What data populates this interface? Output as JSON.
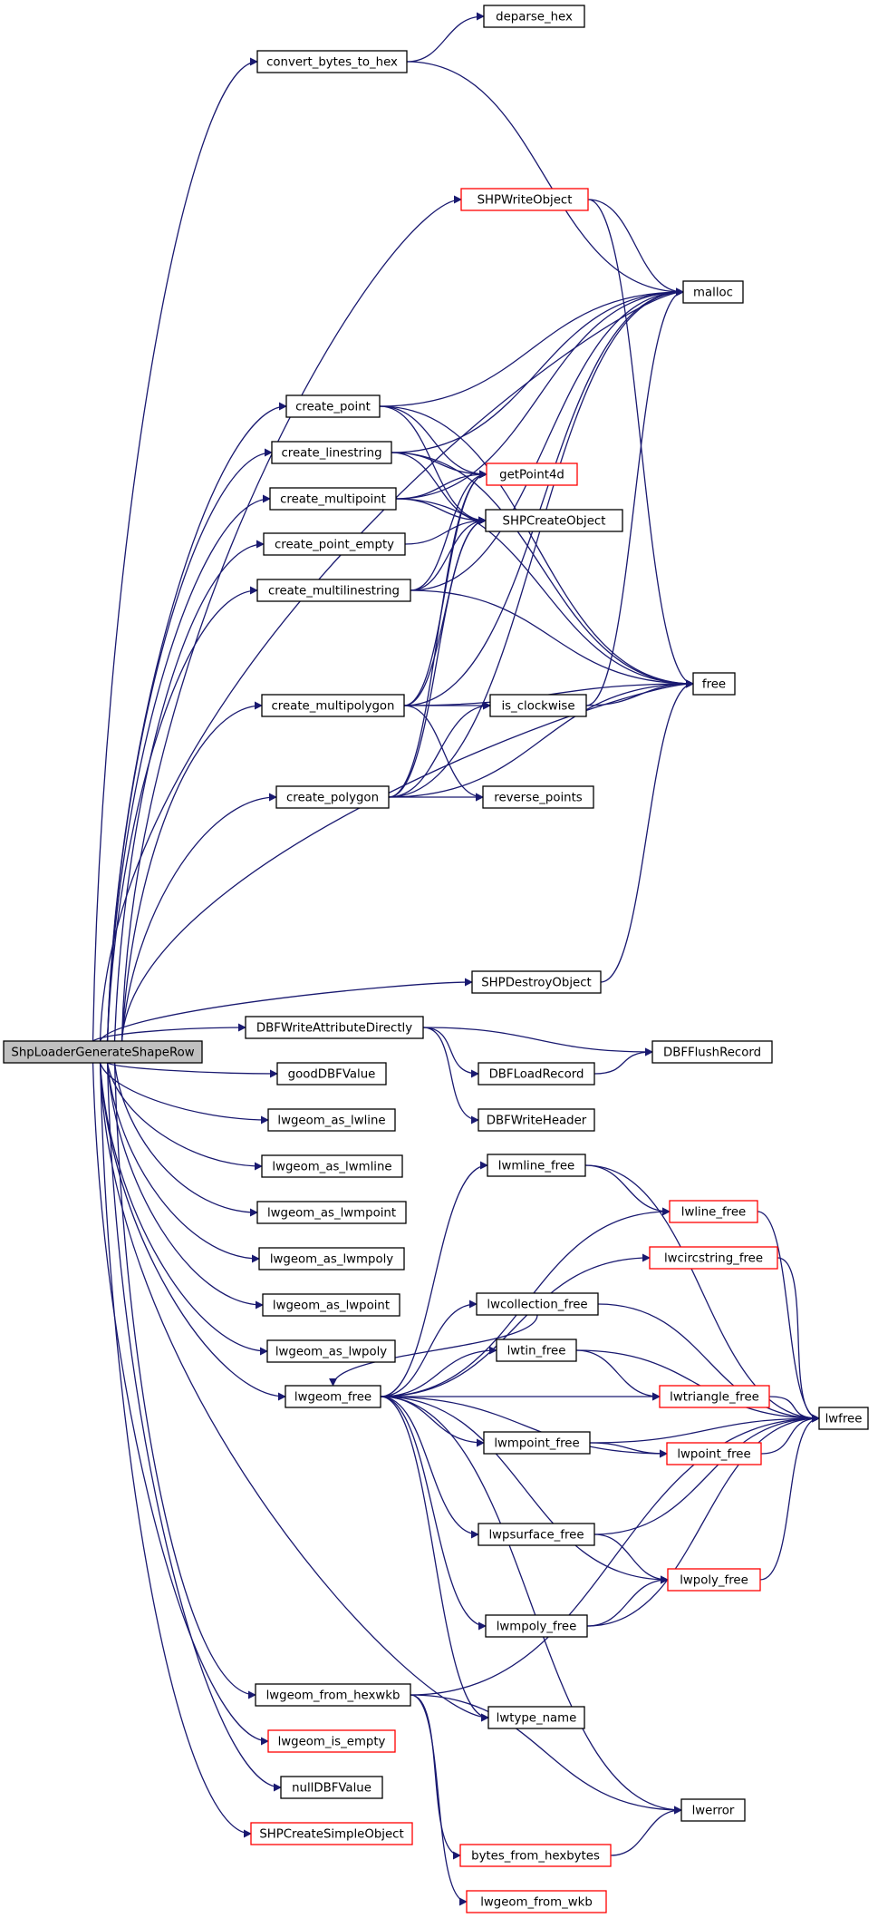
{
  "diagram": {
    "type": "call-graph",
    "edge_color": "#191970",
    "root_fill": "#c0c0c0",
    "incomplete_border": "#ff0000",
    "nodes": [
      {
        "id": "root",
        "label": "ShpLoaderGenerateShapeRow",
        "style": "root"
      },
      {
        "id": "convert_bytes_to_hex",
        "label": "convert_bytes_to_hex",
        "style": "normal"
      },
      {
        "id": "deparse_hex",
        "label": "deparse_hex",
        "style": "normal"
      },
      {
        "id": "malloc",
        "label": "malloc",
        "style": "normal"
      },
      {
        "id": "SHPWriteObject",
        "label": "SHPWriteObject",
        "style": "red"
      },
      {
        "id": "free",
        "label": "free",
        "style": "normal"
      },
      {
        "id": "create_point",
        "label": "create_point",
        "style": "normal"
      },
      {
        "id": "getPoint4d",
        "label": "getPoint4d",
        "style": "red"
      },
      {
        "id": "SHPCreateObject",
        "label": "SHPCreateObject",
        "style": "normal"
      },
      {
        "id": "create_linestring",
        "label": "create_linestring",
        "style": "normal"
      },
      {
        "id": "create_multipoint",
        "label": "create_multipoint",
        "style": "normal"
      },
      {
        "id": "create_point_empty",
        "label": "create_point_empty",
        "style": "normal"
      },
      {
        "id": "create_multilinestring",
        "label": "create_multilinestring",
        "style": "normal"
      },
      {
        "id": "create_multipolygon",
        "label": "create_multipolygon",
        "style": "normal"
      },
      {
        "id": "is_clockwise",
        "label": "is_clockwise",
        "style": "normal"
      },
      {
        "id": "reverse_points",
        "label": "reverse_points",
        "style": "normal"
      },
      {
        "id": "create_polygon",
        "label": "create_polygon",
        "style": "normal"
      },
      {
        "id": "SHPDestroyObject",
        "label": "SHPDestroyObject",
        "style": "normal"
      },
      {
        "id": "DBFWriteAttributeDirectly",
        "label": "DBFWriteAttributeDirectly",
        "style": "normal"
      },
      {
        "id": "DBFFlushRecord",
        "label": "DBFFlushRecord",
        "style": "normal"
      },
      {
        "id": "DBFLoadRecord",
        "label": "DBFLoadRecord",
        "style": "normal"
      },
      {
        "id": "DBFWriteHeader",
        "label": "DBFWriteHeader",
        "style": "normal"
      },
      {
        "id": "goodDBFValue",
        "label": "goodDBFValue",
        "style": "normal"
      },
      {
        "id": "lwgeom_as_lwline",
        "label": "lwgeom_as_lwline",
        "style": "normal"
      },
      {
        "id": "lwgeom_as_lwmline",
        "label": "lwgeom_as_lwmline",
        "style": "normal"
      },
      {
        "id": "lwgeom_as_lwmpoint",
        "label": "lwgeom_as_lwmpoint",
        "style": "normal"
      },
      {
        "id": "lwgeom_as_lwmpoly",
        "label": "lwgeom_as_lwmpoly",
        "style": "normal"
      },
      {
        "id": "lwgeom_as_lwpoint",
        "label": "lwgeom_as_lwpoint",
        "style": "normal"
      },
      {
        "id": "lwgeom_as_lwpoly",
        "label": "lwgeom_as_lwpoly",
        "style": "normal"
      },
      {
        "id": "lwmline_free",
        "label": "lwmline_free",
        "style": "normal"
      },
      {
        "id": "lwline_free",
        "label": "lwline_free",
        "style": "red"
      },
      {
        "id": "lwcircstring_free",
        "label": "lwcircstring_free",
        "style": "red"
      },
      {
        "id": "lwcollection_free",
        "label": "lwcollection_free",
        "style": "normal"
      },
      {
        "id": "lwtin_free",
        "label": "lwtin_free",
        "style": "normal"
      },
      {
        "id": "lwgeom_free",
        "label": "lwgeom_free",
        "style": "normal"
      },
      {
        "id": "lwtriangle_free",
        "label": "lwtriangle_free",
        "style": "red"
      },
      {
        "id": "lwfree",
        "label": "lwfree",
        "style": "normal"
      },
      {
        "id": "lwmpoint_free",
        "label": "lwmpoint_free",
        "style": "normal"
      },
      {
        "id": "lwpoint_free",
        "label": "lwpoint_free",
        "style": "red"
      },
      {
        "id": "lwpsurface_free",
        "label": "lwpsurface_free",
        "style": "normal"
      },
      {
        "id": "lwpoly_free",
        "label": "lwpoly_free",
        "style": "red"
      },
      {
        "id": "lwmpoly_free",
        "label": "lwmpoly_free",
        "style": "normal"
      },
      {
        "id": "lwgeom_from_hexwkb",
        "label": "lwgeom_from_hexwkb",
        "style": "normal"
      },
      {
        "id": "lwtype_name",
        "label": "lwtype_name",
        "style": "normal"
      },
      {
        "id": "lwgeom_is_empty",
        "label": "lwgeom_is_empty",
        "style": "red"
      },
      {
        "id": "lwerror",
        "label": "lwerror",
        "style": "normal"
      },
      {
        "id": "nullDBFValue",
        "label": "nullDBFValue",
        "style": "normal"
      },
      {
        "id": "bytes_from_hexbytes",
        "label": "bytes_from_hexbytes",
        "style": "red"
      },
      {
        "id": "SHPCreateSimpleObject",
        "label": "SHPCreateSimpleObject",
        "style": "red"
      },
      {
        "id": "lwgeom_from_wkb",
        "label": "lwgeom_from_wkb",
        "style": "red"
      }
    ],
    "edges": [
      [
        "root",
        "convert_bytes_to_hex"
      ],
      [
        "root",
        "malloc"
      ],
      [
        "root",
        "SHPWriteObject"
      ],
      [
        "root",
        "create_point"
      ],
      [
        "root",
        "create_linestring"
      ],
      [
        "root",
        "create_multipoint"
      ],
      [
        "root",
        "create_point_empty"
      ],
      [
        "root",
        "create_multilinestring"
      ],
      [
        "root",
        "create_multipolygon"
      ],
      [
        "root",
        "create_polygon"
      ],
      [
        "root",
        "free"
      ],
      [
        "root",
        "SHPDestroyObject"
      ],
      [
        "root",
        "DBFWriteAttributeDirectly"
      ],
      [
        "root",
        "goodDBFValue"
      ],
      [
        "root",
        "lwgeom_as_lwline"
      ],
      [
        "root",
        "lwgeom_as_lwmline"
      ],
      [
        "root",
        "lwgeom_as_lwmpoint"
      ],
      [
        "root",
        "lwgeom_as_lwmpoly"
      ],
      [
        "root",
        "lwgeom_as_lwpoint"
      ],
      [
        "root",
        "lwgeom_as_lwpoly"
      ],
      [
        "root",
        "lwgeom_free"
      ],
      [
        "root",
        "lwtype_name"
      ],
      [
        "root",
        "lwgeom_from_hexwkb"
      ],
      [
        "root",
        "lwgeom_is_empty"
      ],
      [
        "root",
        "nullDBFValue"
      ],
      [
        "root",
        "SHPCreateSimpleObject"
      ],
      [
        "convert_bytes_to_hex",
        "deparse_hex"
      ],
      [
        "convert_bytes_to_hex",
        "malloc"
      ],
      [
        "SHPWriteObject",
        "malloc"
      ],
      [
        "SHPWriteObject",
        "free"
      ],
      [
        "create_point",
        "malloc"
      ],
      [
        "create_point",
        "getPoint4d"
      ],
      [
        "create_point",
        "SHPCreateObject"
      ],
      [
        "create_point",
        "free"
      ],
      [
        "create_linestring",
        "malloc"
      ],
      [
        "create_linestring",
        "getPoint4d"
      ],
      [
        "create_linestring",
        "SHPCreateObject"
      ],
      [
        "create_linestring",
        "free"
      ],
      [
        "create_multipoint",
        "malloc"
      ],
      [
        "create_multipoint",
        "getPoint4d"
      ],
      [
        "create_multipoint",
        "SHPCreateObject"
      ],
      [
        "create_multipoint",
        "free"
      ],
      [
        "create_point_empty",
        "SHPCreateObject"
      ],
      [
        "create_multilinestring",
        "malloc"
      ],
      [
        "create_multilinestring",
        "getPoint4d"
      ],
      [
        "create_multilinestring",
        "SHPCreateObject"
      ],
      [
        "create_multilinestring",
        "free"
      ],
      [
        "create_multipolygon",
        "malloc"
      ],
      [
        "create_multipolygon",
        "getPoint4d"
      ],
      [
        "create_multipolygon",
        "SHPCreateObject"
      ],
      [
        "create_multipolygon",
        "free"
      ],
      [
        "create_multipolygon",
        "is_clockwise"
      ],
      [
        "create_multipolygon",
        "reverse_points"
      ],
      [
        "create_polygon",
        "malloc"
      ],
      [
        "create_polygon",
        "getPoint4d"
      ],
      [
        "create_polygon",
        "SHPCreateObject"
      ],
      [
        "create_polygon",
        "free"
      ],
      [
        "create_polygon",
        "is_clockwise"
      ],
      [
        "create_polygon",
        "reverse_points"
      ],
      [
        "is_clockwise",
        "malloc"
      ],
      [
        "is_clockwise",
        "free"
      ],
      [
        "SHPDestroyObject",
        "free"
      ],
      [
        "DBFWriteAttributeDirectly",
        "DBFFlushRecord"
      ],
      [
        "DBFWriteAttributeDirectly",
        "DBFLoadRecord"
      ],
      [
        "DBFWriteAttributeDirectly",
        "DBFWriteHeader"
      ],
      [
        "DBFLoadRecord",
        "DBFFlushRecord"
      ],
      [
        "lwmline_free",
        "lwline_free"
      ],
      [
        "lwmline_free",
        "lwfree"
      ],
      [
        "lwline_free",
        "lwfree"
      ],
      [
        "lwcircstring_free",
        "lwfree"
      ],
      [
        "lwcollection_free",
        "lwgeom_free"
      ],
      [
        "lwcollection_free",
        "lwfree"
      ],
      [
        "lwtin_free",
        "lwtriangle_free"
      ],
      [
        "lwtin_free",
        "lwfree"
      ],
      [
        "lwtriangle_free",
        "lwfree"
      ],
      [
        "lwgeom_free",
        "lwmline_free"
      ],
      [
        "lwgeom_free",
        "lwline_free"
      ],
      [
        "lwgeom_free",
        "lwcircstring_free"
      ],
      [
        "lwgeom_free",
        "lwcollection_free"
      ],
      [
        "lwgeom_free",
        "lwtin_free"
      ],
      [
        "lwgeom_free",
        "lwtriangle_free"
      ],
      [
        "lwgeom_free",
        "lwmpoint_free"
      ],
      [
        "lwgeom_free",
        "lwpoint_free"
      ],
      [
        "lwgeom_free",
        "lwpsurface_free"
      ],
      [
        "lwgeom_free",
        "lwpoly_free"
      ],
      [
        "lwgeom_free",
        "lwmpoly_free"
      ],
      [
        "lwgeom_free",
        "lwtype_name"
      ],
      [
        "lwgeom_free",
        "lwerror"
      ],
      [
        "lwmpoint_free",
        "lwpoint_free"
      ],
      [
        "lwmpoint_free",
        "lwfree"
      ],
      [
        "lwpoint_free",
        "lwfree"
      ],
      [
        "lwpsurface_free",
        "lwpoly_free"
      ],
      [
        "lwpsurface_free",
        "lwfree"
      ],
      [
        "lwpoly_free",
        "lwfree"
      ],
      [
        "lwmpoly_free",
        "lwpoly_free"
      ],
      [
        "lwmpoly_free",
        "lwfree"
      ],
      [
        "lwgeom_from_hexwkb",
        "lwfree"
      ],
      [
        "lwgeom_from_hexwkb",
        "lwerror"
      ],
      [
        "lwgeom_from_hexwkb",
        "bytes_from_hexbytes"
      ],
      [
        "lwgeom_from_hexwkb",
        "lwgeom_from_wkb"
      ],
      [
        "bytes_from_hexbytes",
        "lwerror"
      ]
    ]
  }
}
